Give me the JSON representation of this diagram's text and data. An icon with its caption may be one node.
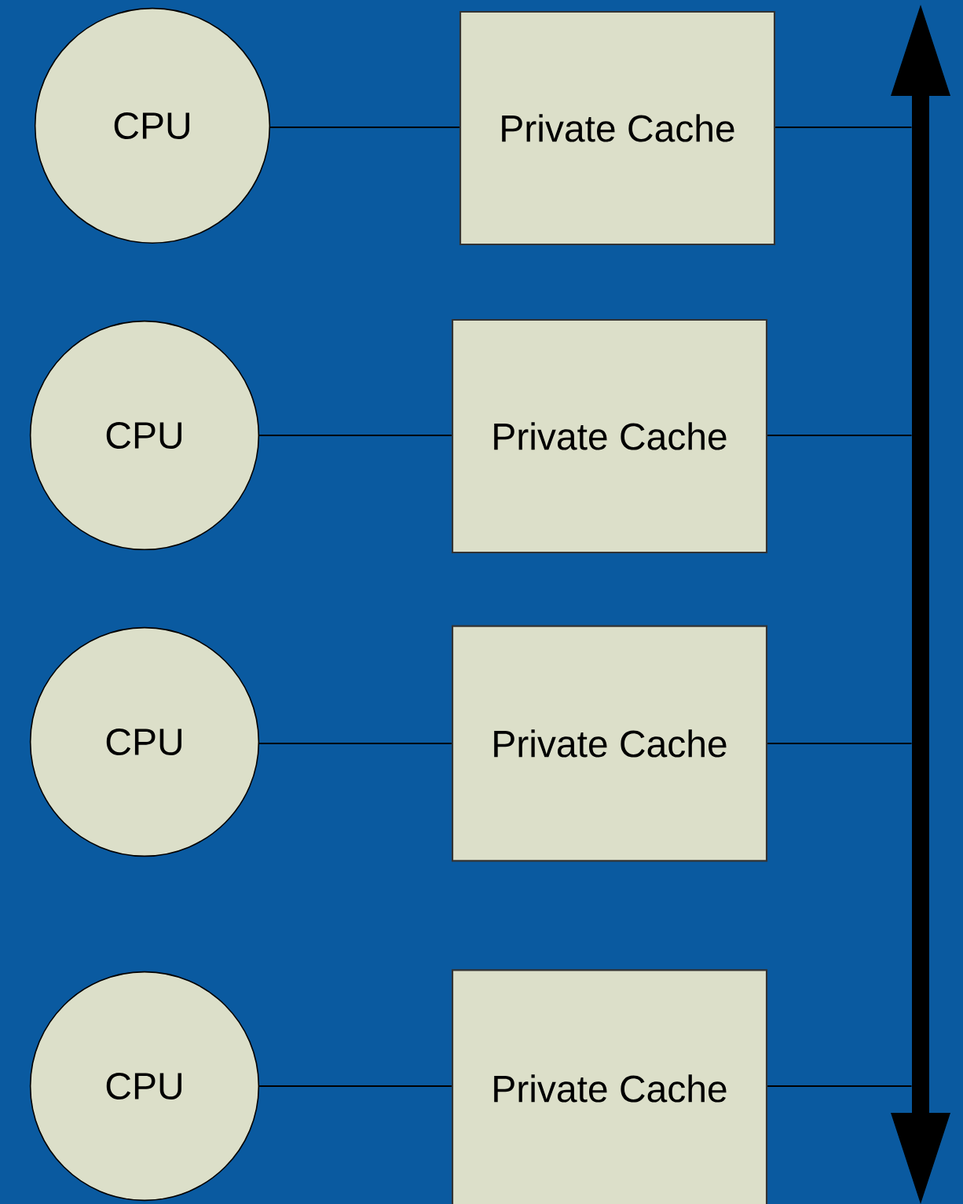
{
  "diagram": {
    "nodes": [
      {
        "text": [
          "CPU"
        ]
      },
      {
        "text": [
          "Private Cache"
        ]
      },
      {
        "text": [
          "CPU"
        ]
      },
      {
        "text": [
          "Private Cache"
        ]
      },
      {
        "text": [
          "CPU"
        ]
      },
      {
        "text": [
          "Private Cache"
        ]
      },
      {
        "text": [
          "CPU"
        ]
      },
      {
        "text": [
          "Private Cache"
        ]
      },
      {
        "text": [],
        "shape": "bar"
      }
    ],
    "edges": [
      {
        "from": 0,
        "to": 1,
        "arrow": "none"
      },
      {
        "from": 1,
        "to": 8,
        "arrow": "none"
      },
      {
        "from": 2,
        "to": 3,
        "arrow": "none"
      },
      {
        "from": 3,
        "to": 8,
        "arrow": "none"
      },
      {
        "from": 4,
        "to": 5,
        "arrow": "none"
      },
      {
        "from": 5,
        "to": 8,
        "arrow": "none"
      },
      {
        "from": 6,
        "to": 7,
        "arrow": "none"
      },
      {
        "from": 7,
        "to": 8,
        "arrow": "none"
      }
    ]
  }
}
